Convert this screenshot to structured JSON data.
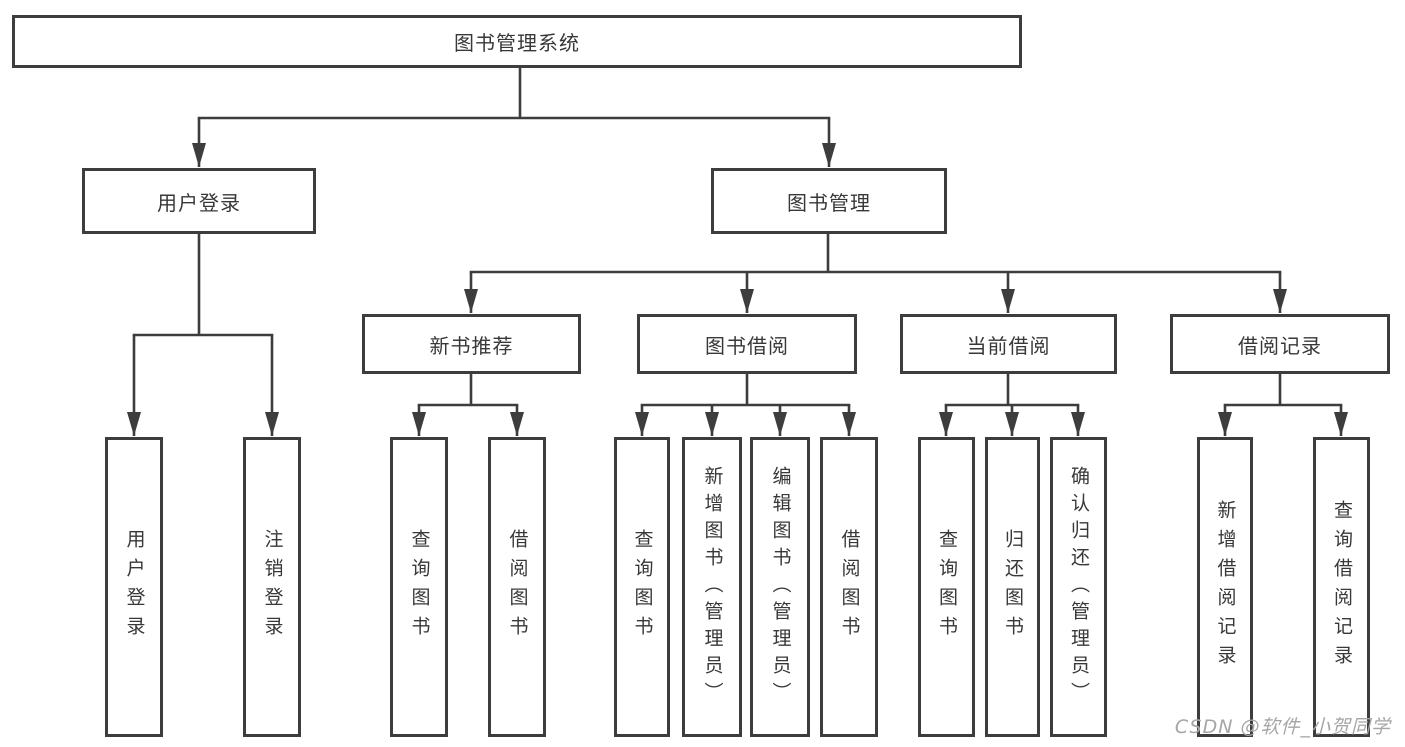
{
  "tree": {
    "label": "图书管理系统",
    "children": [
      {
        "label": "用户登录",
        "children": [
          {
            "label": "用户登录"
          },
          {
            "label": "注销登录"
          }
        ]
      },
      {
        "label": "图书管理",
        "children": [
          {
            "label": "新书推荐",
            "children": [
              {
                "label": "查询图书"
              },
              {
                "label": "借阅图书"
              }
            ]
          },
          {
            "label": "图书借阅",
            "children": [
              {
                "label": "查询图书"
              },
              {
                "label": "新增图书（管理员）"
              },
              {
                "label": "编辑图书（管理员）"
              },
              {
                "label": "借阅图书"
              }
            ]
          },
          {
            "label": "当前借阅",
            "children": [
              {
                "label": "查询图书"
              },
              {
                "label": "归还图书"
              },
              {
                "label": "确认归还（管理员）"
              }
            ]
          },
          {
            "label": "借阅记录",
            "children": [
              {
                "label": "新增借阅记录"
              },
              {
                "label": "查询借阅记录"
              }
            ]
          }
        ]
      }
    ]
  },
  "watermark": {
    "text": "CSDN @软件_小贺同学"
  },
  "colors": {
    "line": "#3d3d3d",
    "text": "#383838",
    "background": "#ffffff",
    "watermark": "#a6a6a6"
  }
}
